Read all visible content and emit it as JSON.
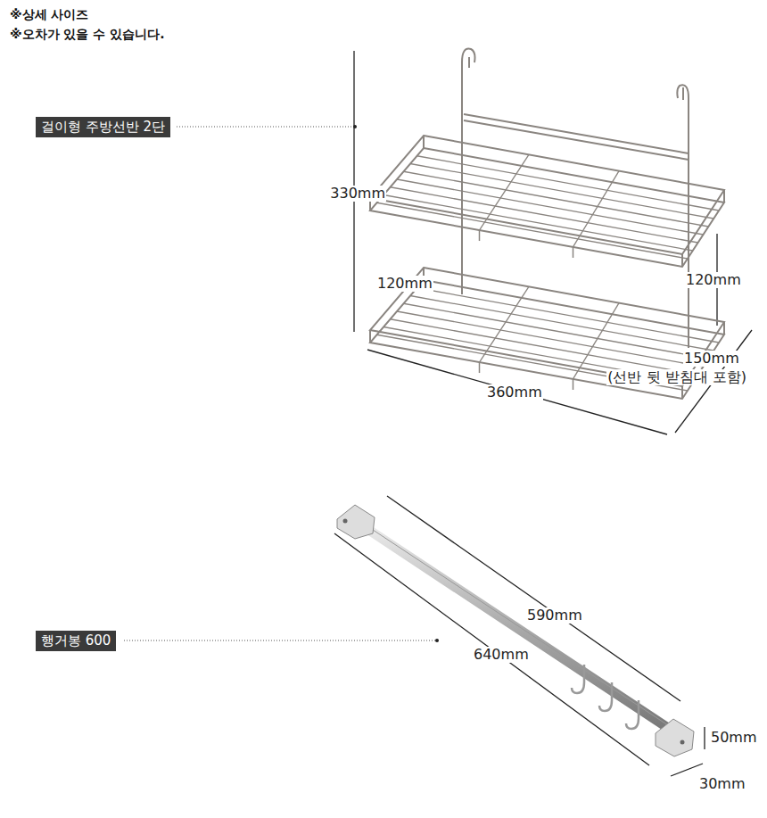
{
  "diagram": {
    "nodes": [
      {
        "text": [
          "걸이형 주방선반 2단"
        ]
      },
      {
        "text": [
          "행거봉 600"
        ]
      }
    ],
    "labels": [
      "※상세 사이즈",
      "※오차가 있을 수 있습니다.",
      "330mm",
      "120mm",
      "120mm",
      "150mm",
      "(선반 뒷 받침대 포함)",
      "360mm",
      "590mm",
      "640mm",
      "50mm",
      "30mm"
    ]
  }
}
